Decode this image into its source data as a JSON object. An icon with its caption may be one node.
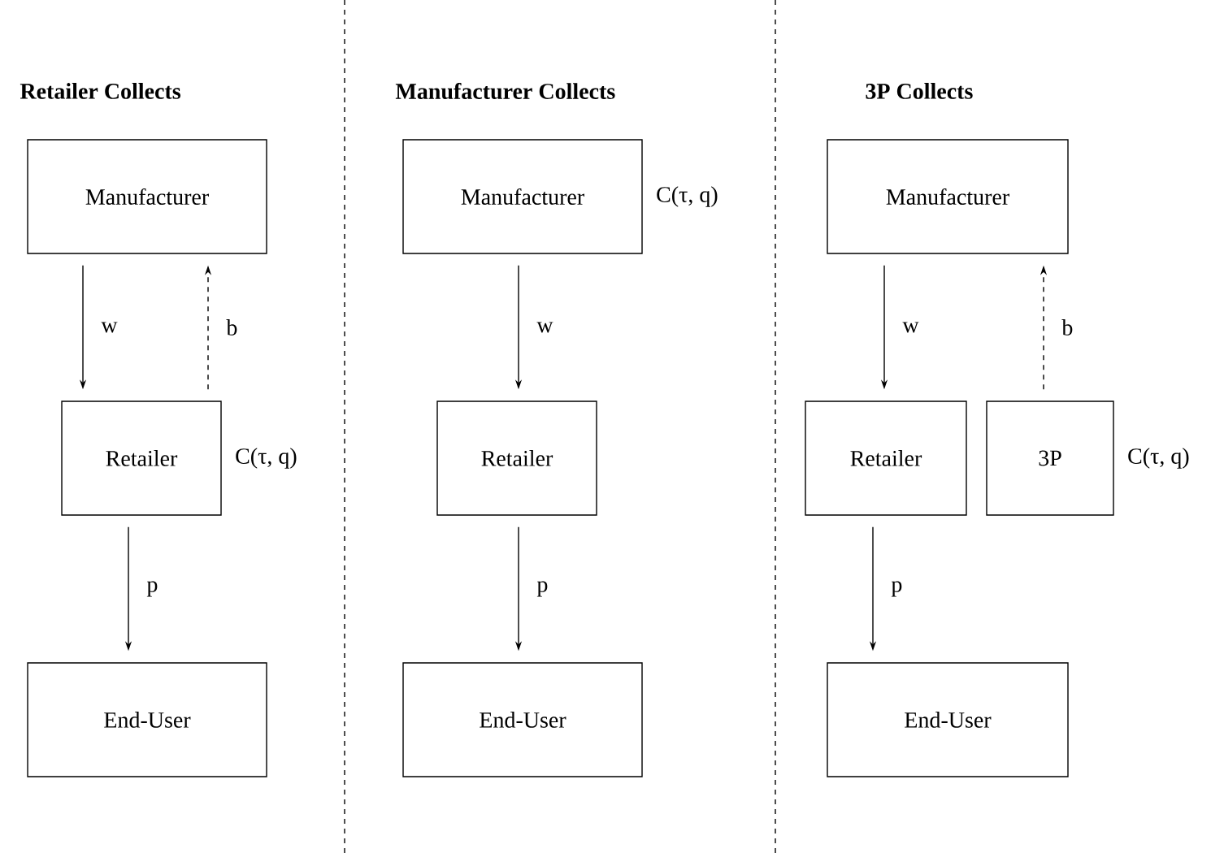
{
  "diagram": {
    "nodes": [
      {
        "text": [
          "Manufacturer"
        ]
      },
      {
        "text": [
          "Retailer"
        ],
        "beside": [
          "C(τ, q)"
        ]
      },
      {
        "text": [
          "End-User"
        ]
      },
      {
        "text": [
          "Manufacturer"
        ],
        "beside": [
          "C(τ, q)"
        ]
      },
      {
        "text": [
          "Retailer"
        ]
      },
      {
        "text": [
          "End-User"
        ]
      },
      {
        "text": [
          "Manufacturer"
        ]
      },
      {
        "text": [
          "Retailer"
        ]
      },
      {
        "text": [
          "3P"
        ],
        "beside": [
          "C(τ, q)"
        ]
      },
      {
        "text": [
          "End-User"
        ]
      }
    ],
    "edges": [
      {
        "from": 0,
        "to": 1,
        "arrow": "to",
        "label": "w"
      },
      {
        "from": 1,
        "to": 0,
        "arrow": "to",
        "label": "b",
        "style": "dashed"
      },
      {
        "from": 1,
        "to": 2,
        "arrow": "to",
        "label": "p"
      },
      {
        "from": 3,
        "to": 4,
        "arrow": "to",
        "label": "w"
      },
      {
        "from": 4,
        "to": 5,
        "arrow": "to",
        "label": "p"
      },
      {
        "from": 6,
        "to": 7,
        "arrow": "to",
        "label": "w"
      },
      {
        "from": 8,
        "to": 6,
        "arrow": "to",
        "label": "b",
        "style": "dashed"
      },
      {
        "from": 7,
        "to": 9,
        "arrow": "to",
        "label": "p"
      }
    ],
    "labels": [
      "Retailer Collects",
      "Manufacturer Collects",
      "3P Collects"
    ]
  }
}
